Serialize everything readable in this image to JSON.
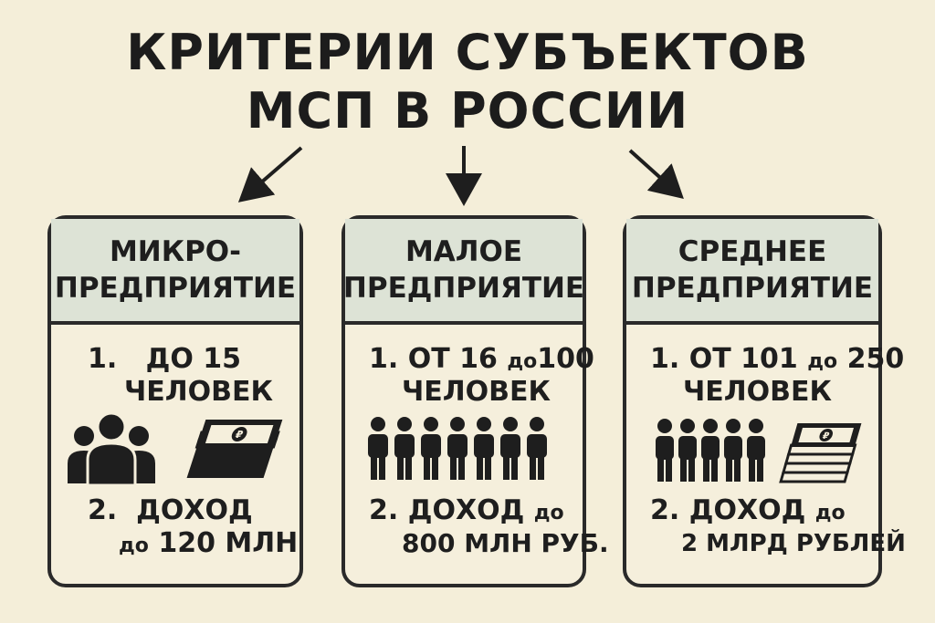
{
  "title": {
    "line1": "КРИТЕРИИ СУБЪЕКТОВ",
    "line2": "МСП В РОССИИ"
  },
  "cards": [
    {
      "head1": "МИКРО-",
      "head2": "ПРЕДПРИЯТИЕ",
      "c1_num": "1.",
      "c1_a": "ДО 15",
      "c1_b": "ЧЕЛОВЕК",
      "c2_num": "2.",
      "c2_a": "ДОХОД",
      "c2_b_small": "до",
      "c2_b": "120 МЛН",
      "icons": [
        "group-icon",
        "money-icon"
      ]
    },
    {
      "head1": "МАЛОЕ",
      "head2": "ПРЕДПРИЯТИЕ",
      "c1_num": "1.",
      "c1_a": "ОТ 16",
      "c1_a_small": "до",
      "c1_a2": "100",
      "c1_b": "ЧЕЛОВЕК",
      "c2_num": "2.",
      "c2_a": "ДОХОД",
      "c2_a_small": "до",
      "c2_b": "800 МЛН РУБ.",
      "icons": [
        "people-row-icon"
      ]
    },
    {
      "head1": "СРЕДНЕЕ",
      "head2": "ПРЕДПРИЯТИЕ",
      "c1_num": "1.",
      "c1_a": "ОТ 101",
      "c1_a_small": "до",
      "c1_a2": "250",
      "c1_b": "ЧЕЛОВЕК",
      "c2_num": "2.",
      "c2_a": "ДОХОД",
      "c2_a_small": "до",
      "c2_b": "2 МЛРД РУБЛЕЙ",
      "icons": [
        "people-row-icon",
        "money-stack-icon"
      ]
    }
  ],
  "colors": {
    "background": "#f4eed9",
    "header": "#dde3d6",
    "ink": "#1e1e1e"
  }
}
